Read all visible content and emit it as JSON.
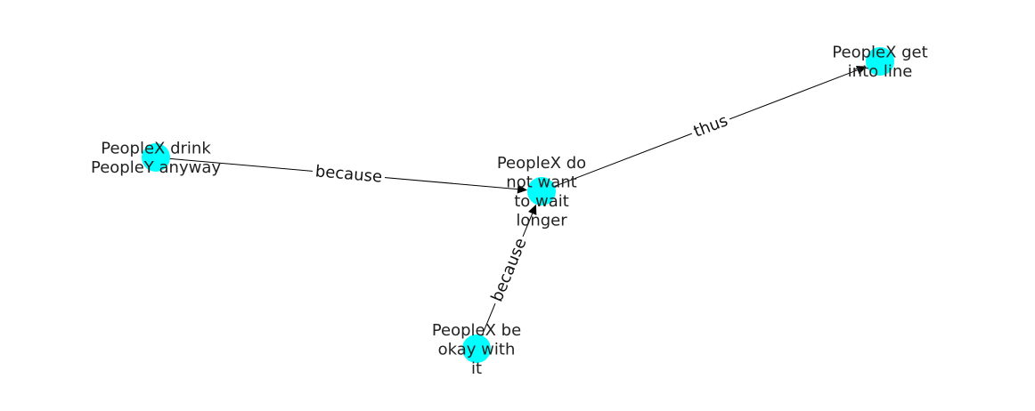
{
  "colors": {
    "node": "#00ffff",
    "edge": "#000000",
    "text": "#222222"
  },
  "nodes": [
    {
      "id": "drink",
      "label": "PeopleX drink\nPeopleY anyway"
    },
    {
      "id": "wait",
      "label": "PeopleX do\nnot want\nto wait\nlonger"
    },
    {
      "id": "line",
      "label": "PeopleX get\ninto line"
    },
    {
      "id": "okay",
      "label": "PeopleX be\nokay with\nit"
    }
  ],
  "edges": [
    {
      "from": "drink",
      "to": "wait",
      "label": "because"
    },
    {
      "from": "okay",
      "to": "wait",
      "label": "because"
    },
    {
      "from": "wait",
      "to": "line",
      "label": "thus"
    }
  ]
}
